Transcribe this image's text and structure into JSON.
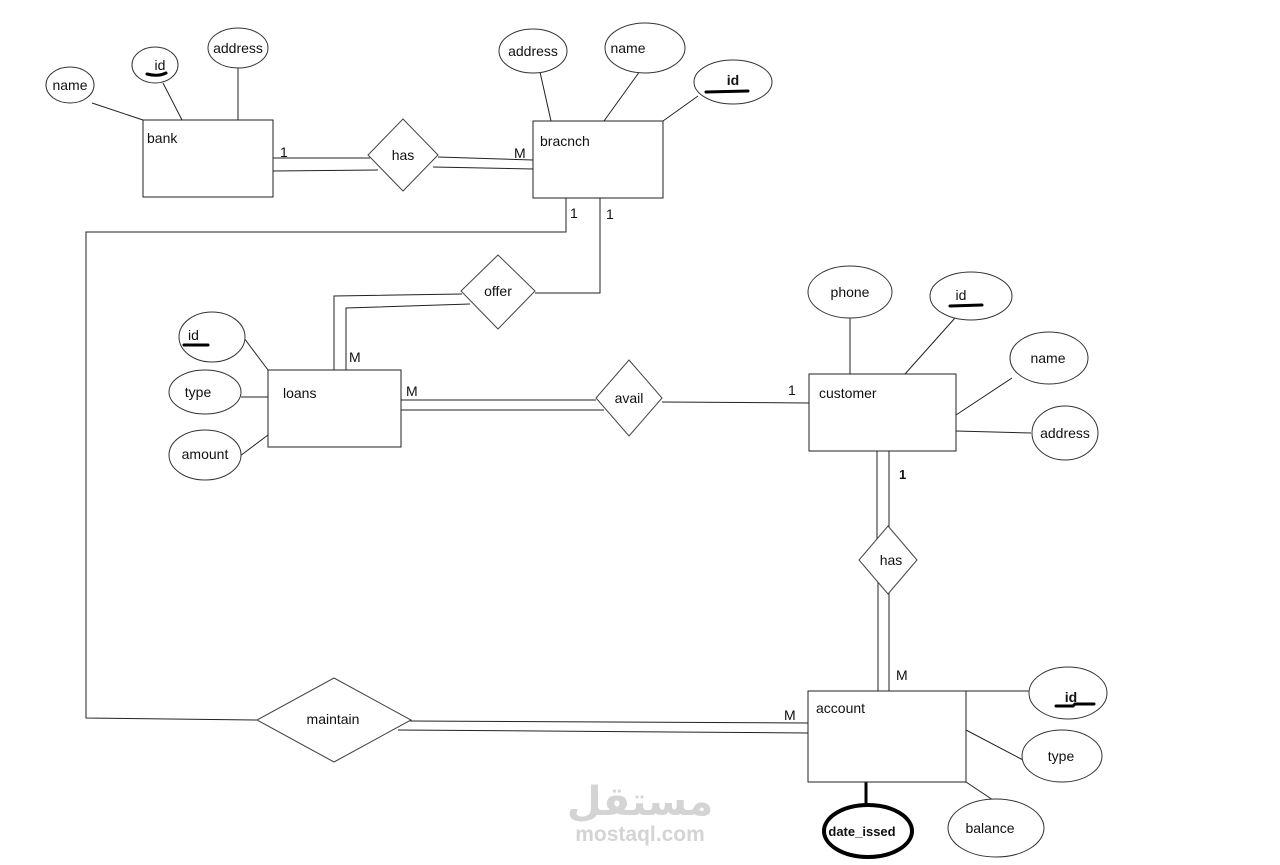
{
  "entities": {
    "bank": "bank",
    "branch": "bracnch",
    "loans": "loans",
    "customer": "customer",
    "account": "account"
  },
  "relationships": {
    "bank_branch": "has",
    "branch_loans": "offer",
    "loans_customer": "avail",
    "customer_account": "has",
    "branch_account": "maintain"
  },
  "attributes": {
    "bank": {
      "name": "name",
      "id": "id",
      "address": "address"
    },
    "branch": {
      "address": "address",
      "name": "name",
      "id": "id"
    },
    "loans": {
      "id": "id",
      "type": "type",
      "amount": "amount"
    },
    "customer": {
      "phone": "phone",
      "id": "id",
      "name": "name",
      "address": "address"
    },
    "account": {
      "id": "id",
      "type": "type",
      "balance": "balance",
      "date_issued": "date_issed"
    }
  },
  "cardinalities": {
    "bank_has": "1",
    "branch_has": "M",
    "branch_maintain": "1",
    "branch_offer": "1",
    "loans_offer": "M",
    "loans_avail": "M",
    "customer_avail": "1",
    "customer_has": "1",
    "account_has": "M",
    "account_maintain": "M"
  },
  "watermark": {
    "arabic": "مستقل",
    "latin": "mostaql.com"
  }
}
